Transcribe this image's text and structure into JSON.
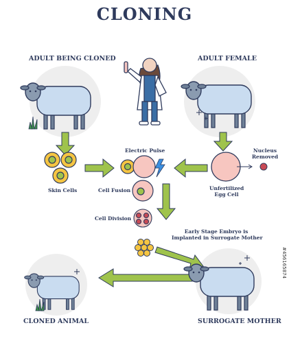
{
  "title": "CLONING",
  "labels": {
    "adult_being_cloned": "ADULT BEING CLONED",
    "adult_female": "ADULT FEMALE",
    "electric_pulse": "Electric Pulse",
    "nucleus_removed_1": "Nucleus",
    "nucleus_removed_2": "Removed",
    "skin_cells": "Skin Cells",
    "cell_fusion": "Cell Fusion",
    "unfertilized_1": "Unfertilized",
    "unfertilized_2": "Egg Cell",
    "cell_division": "Cell Division",
    "embryo_1": "Early Stage Embryo is",
    "embryo_2": "Implanted in Surrogate Mother",
    "cloned_animal": "CLONED ANIMAL",
    "surrogate_mother": "SURROGATE MOTHER"
  },
  "stock_id": "#456165874",
  "colors": {
    "title": "#2e3a5c",
    "arrow": "#9fc34c",
    "wool": "#c9dcf0",
    "sheep_body": "#6f8198",
    "egg": "#f7c6c0",
    "cell": "#f5c542",
    "nucleus": "#c84a55",
    "bolt": "#3b8fe0",
    "circle_bg": "#eeeeee"
  }
}
